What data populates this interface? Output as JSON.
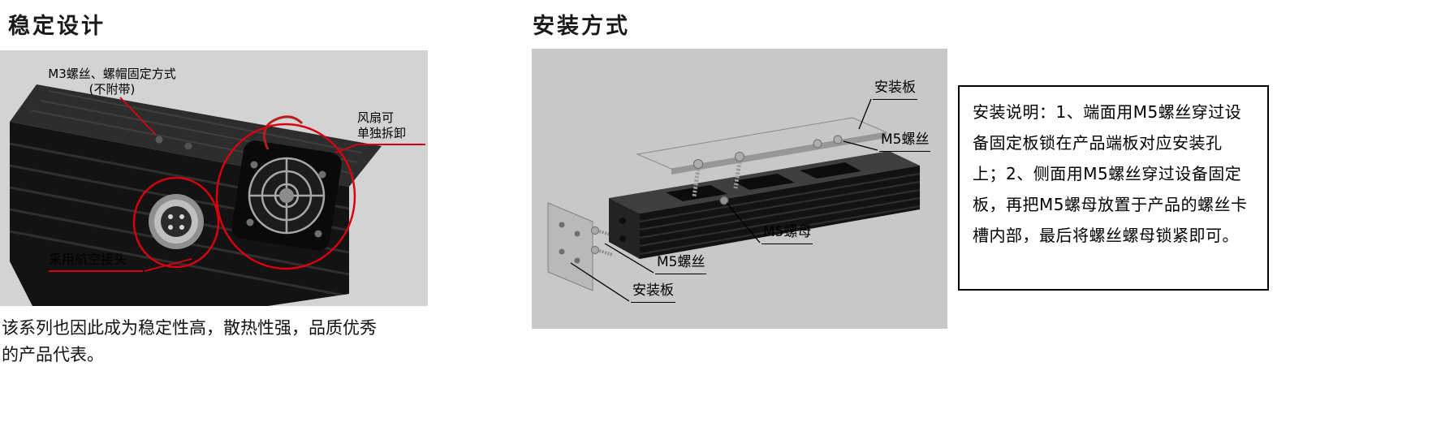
{
  "colors": {
    "red": "#d7000f",
    "photo_bg": "#d3d3d3",
    "cad_bg": "#c8c8c8",
    "text": "#111111"
  },
  "stable_design": {
    "title": "稳定设计",
    "annotation_m3_line1": "M3螺丝、螺帽固定方式",
    "annotation_m3_line2": "(不附带)",
    "annotation_fan_line1": "风扇可",
    "annotation_fan_line2": "单独拆卸",
    "annotation_connector": "采用航空接头",
    "caption_line1": "该系列也因此成为稳定性高，散热性强，品质优秀",
    "caption_line2": "的产品代表。"
  },
  "installation": {
    "title": "安装方式",
    "label_top_plate": "安装板",
    "label_top_screw": "M5螺丝",
    "label_nut": "M5螺母",
    "label_side_screw": "M5螺丝",
    "label_side_plate": "安装板",
    "instructions": "安装说明：1、端面用M5螺丝穿过设备固定板锁在产品端板对应安装孔上；2、侧面用M5螺丝穿过设备固定板，再把M5螺母放置于产品的螺丝卡槽内部，最后将螺丝螺母锁紧即可。"
  }
}
